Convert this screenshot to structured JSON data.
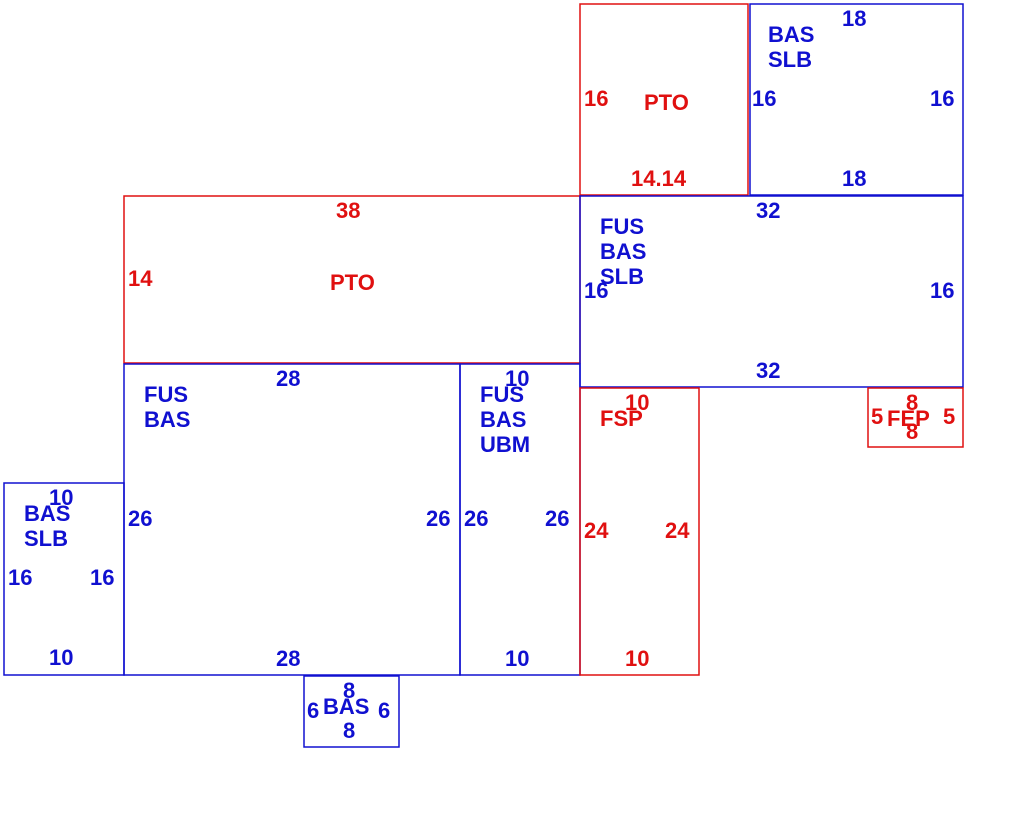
{
  "colors": {
    "blue": "#1010d0",
    "red": "#e01010"
  },
  "areas": {
    "pto_top": {
      "lines": [
        "PTO"
      ],
      "dims": {
        "left": "16",
        "bottom": "14.14"
      }
    },
    "bas_top": {
      "lines": [
        "BAS",
        "SLB"
      ],
      "dims": {
        "top": "18",
        "left": "16",
        "right": "16",
        "bottom": "18"
      }
    },
    "pto_mid": {
      "lines": [
        "PTO"
      ],
      "dims": {
        "top": "38",
        "left": "14"
      }
    },
    "fus_right": {
      "lines": [
        "FUS",
        "BAS",
        "SLB"
      ],
      "dims": {
        "top": "32",
        "left": "16",
        "right": "16",
        "bottom": "32"
      }
    },
    "fus_main": {
      "lines": [
        "FUS",
        "BAS"
      ],
      "dims": {
        "top": "28",
        "left": "26",
        "right": "26",
        "bottom": "28"
      }
    },
    "fus_ubm": {
      "lines": [
        "FUS",
        "BAS",
        "UBM"
      ],
      "dims": {
        "top": "10",
        "left": "26",
        "right": "26",
        "bottom": "10"
      }
    },
    "fsp": {
      "lines": [
        "FSP"
      ],
      "dims": {
        "top": "10",
        "left": "24",
        "right": "24",
        "bottom": "10"
      }
    },
    "ffp": {
      "lines": [
        "FEP"
      ],
      "dims": {
        "top": "8",
        "left": "5",
        "right": "5",
        "bottom": "8"
      }
    },
    "bas_left": {
      "lines": [
        "BAS",
        "SLB"
      ],
      "dims": {
        "top": "10",
        "left": "16",
        "right": "16",
        "bottom": "10"
      }
    },
    "bas_small": {
      "lines": [
        "BAS"
      ],
      "dims": {
        "top": "8",
        "left": "6",
        "right": "6",
        "bottom": "8"
      }
    }
  }
}
